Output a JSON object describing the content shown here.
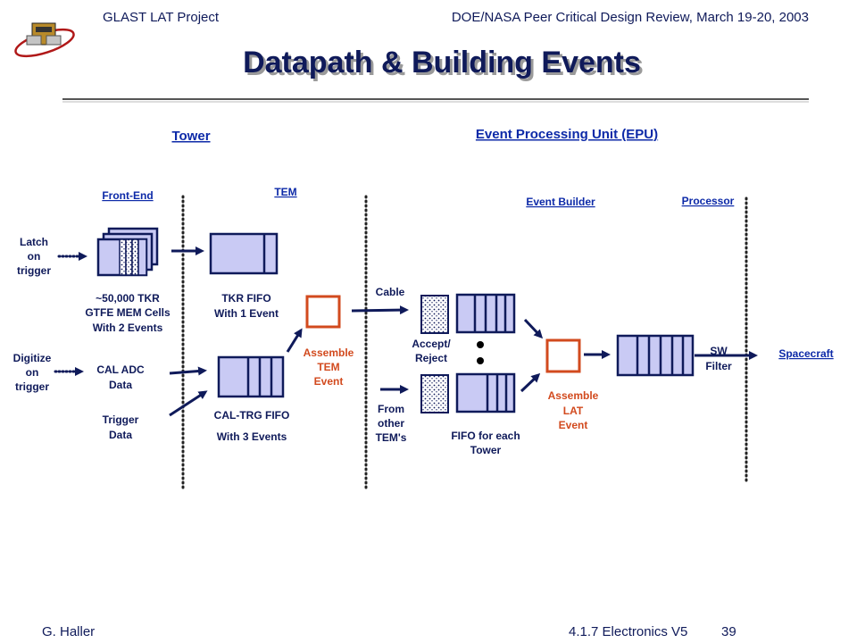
{
  "header": {
    "left": "GLAST LAT Project",
    "right": "DOE/NASA Peer Critical Design Review, March 19-20, 2003"
  },
  "title": "Datapath & Building Events",
  "sections": {
    "tower": "Tower",
    "epu": "Event Processing Unit (EPU)"
  },
  "subsections": {
    "front_end": "Front-End",
    "tem": "TEM",
    "event_builder": "Event Builder",
    "processor": "Processor"
  },
  "labels": {
    "latch": [
      "Latch",
      "on",
      "trigger"
    ],
    "digitize": [
      "Digitize",
      "on",
      "trigger"
    ],
    "tkr_cells": [
      "~50,000 TKR",
      "GTFE MEM Cells",
      "With 2 Events"
    ],
    "cal_adc": [
      "CAL ADC",
      "Data"
    ],
    "trigger_data": [
      "Trigger",
      "Data"
    ],
    "tkr_fifo": [
      "TKR FIFO",
      "With 1 Event"
    ],
    "cal_trg_fifo": [
      "CAL-TRG FIFO",
      "With 3 Events"
    ],
    "assemble_tem": [
      "Assemble",
      "TEM",
      "Event"
    ],
    "cable": "Cable",
    "accept_reject": [
      "Accept/",
      "Reject"
    ],
    "from_other": [
      "From",
      "other",
      "TEM's"
    ],
    "fifo_each": [
      "FIFO for each",
      "Tower"
    ],
    "assemble_lat": [
      "Assemble",
      "LAT",
      "Event"
    ],
    "sw_filter": [
      "SW",
      "Filter"
    ],
    "spacecraft": "Spacecraft"
  },
  "footer": {
    "author": "G. Haller",
    "doc": "4.1.7 Electronics  V5",
    "page": "39"
  },
  "colors": {
    "text": "#0f1a5a",
    "accent": "#0d2aa8",
    "box_fill": "#c9caf4",
    "assemble": "#d24a1e"
  }
}
